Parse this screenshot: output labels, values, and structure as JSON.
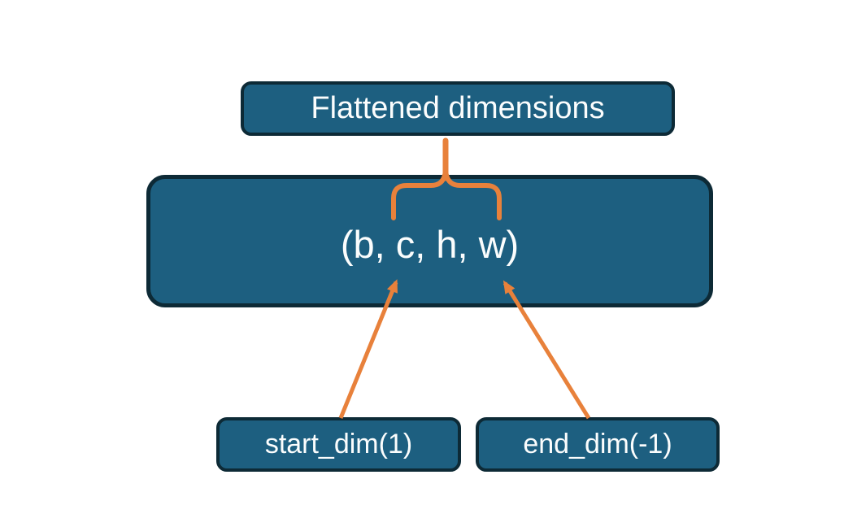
{
  "diagram": {
    "colors": {
      "background": "#ffffff",
      "node_fill": "#1d5f80",
      "node_border": "#0d2a36",
      "connector_color": "#e8813b",
      "text_color": "#fbfdfd"
    },
    "nodes": {
      "flattened": {
        "label": "Flattened dimensions"
      },
      "tuple": {
        "label": "(b, c, h, w)"
      },
      "start_dim": {
        "label": "start_dim(1)"
      },
      "end_dim": {
        "label": "end_dim(-1)"
      }
    },
    "connectors": {
      "brace": {
        "type": "brace",
        "from": "flattened",
        "to": "tuple"
      },
      "start_arrow": {
        "type": "arrow",
        "from": "start_dim",
        "to": "tuple"
      },
      "end_arrow": {
        "type": "arrow",
        "from": "end_dim",
        "to": "tuple"
      }
    }
  }
}
